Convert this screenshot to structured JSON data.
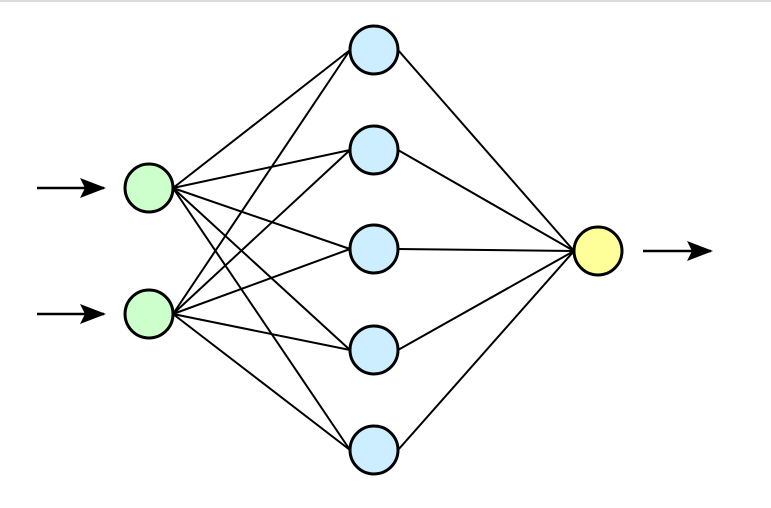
{
  "diagram": {
    "type": "neural-network",
    "layers": [
      {
        "role": "input",
        "nodes": 2,
        "color": "#ccffcc"
      },
      {
        "role": "hidden",
        "nodes": 5,
        "color": "#cceeff"
      },
      {
        "role": "output",
        "nodes": 1,
        "color": "#ffff99"
      }
    ],
    "connections": "fully-connected",
    "input_arrows": 2,
    "output_arrows": 1,
    "stroke_color": "#000000"
  }
}
